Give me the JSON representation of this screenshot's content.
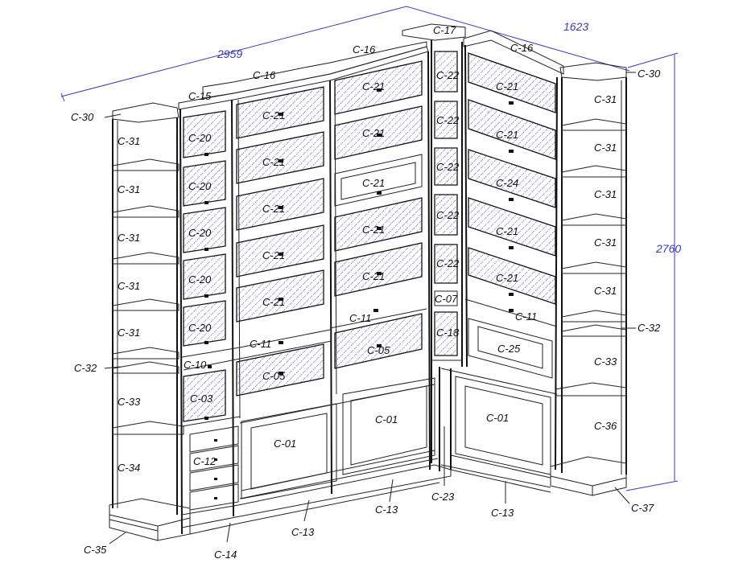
{
  "dimensions": {
    "left_width": "2959",
    "right_width": "1623",
    "height": "2760"
  },
  "labels": {
    "c01": "C-01",
    "c03": "C-03",
    "c05": "C-05",
    "c07": "C-07",
    "c10": "C-10",
    "c11": "C-11",
    "c12": "C-12",
    "c13": "C-13",
    "c14": "C-14",
    "c15": "C-15",
    "c16": "C-16",
    "c17": "C-17",
    "c18": "C-18",
    "c20": "C-20",
    "c21": "C-21",
    "c22": "C-22",
    "c23": "C-23",
    "c24": "C-24",
    "c25": "C-25",
    "c30": "C-30",
    "c31": "C-31",
    "c32": "C-32",
    "c33": "C-33",
    "c34": "C-34",
    "c35": "C-35",
    "c36": "C-36",
    "c37": "C-37"
  },
  "colors": {
    "dimension": "#3b3bb0",
    "line": "#111111",
    "hatch": "#3b3bb0"
  }
}
